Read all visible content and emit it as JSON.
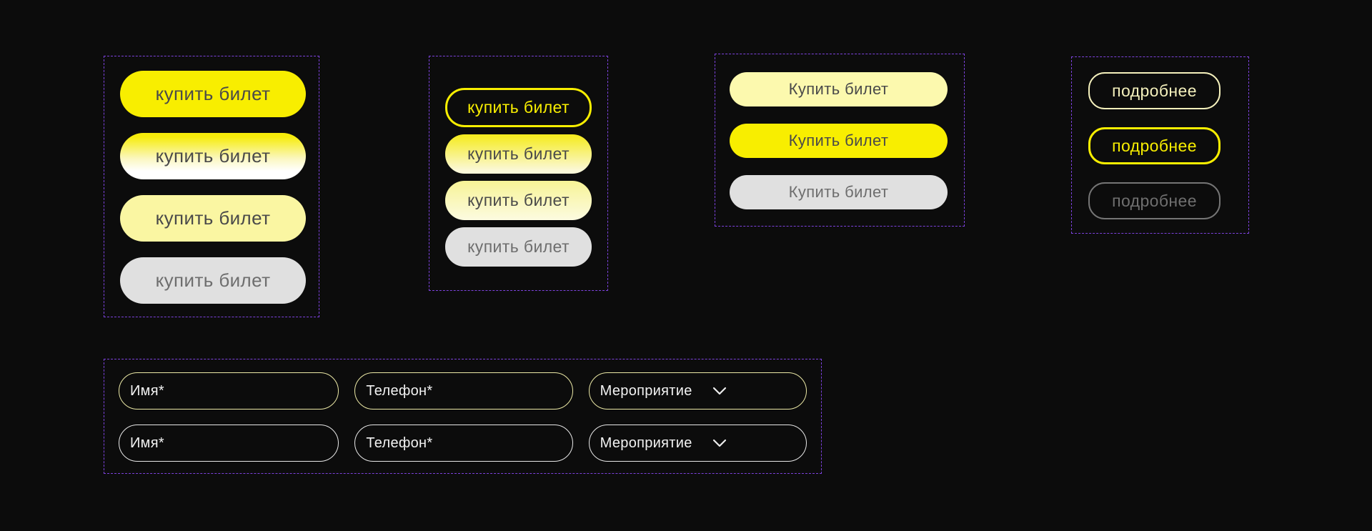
{
  "canvas": {
    "background": "#0c0c0c",
    "frame_outline_color": "#7c42dd"
  },
  "colors": {
    "accent_yellow": "#f8ee00",
    "pale_yellow": "#faf6a2",
    "cream": "#f4f0bc",
    "gray_fill": "#e0e0e0",
    "dark_text": "#4a4a4a",
    "gray_text": "#6e6e6e",
    "outline_gray": "#757575",
    "input_border_yellow": "#ece9a6",
    "input_border_white": "#e8e8e8",
    "input_text": "#f2f2f2"
  },
  "icons": {
    "chevron_down": "⌄"
  },
  "groups": [
    {
      "buttons": [
        "купить билет",
        "купить билет",
        "купить билет",
        "купить билет"
      ]
    },
    {
      "buttons": [
        "купить билет",
        "купить билет",
        "купить билет",
        "купить билет"
      ]
    },
    {
      "buttons": [
        "Купить билет",
        "Купить билет",
        "Купить билет"
      ]
    },
    {
      "buttons": [
        "подробнее",
        "подробнее",
        "подробнее"
      ]
    }
  ],
  "form": {
    "rows": [
      {
        "name": "Имя*",
        "phone": "Телефон*",
        "event": "Мероприятие"
      },
      {
        "name": "Имя*",
        "phone": "Телефон*",
        "event": "Мероприятие"
      }
    ]
  }
}
